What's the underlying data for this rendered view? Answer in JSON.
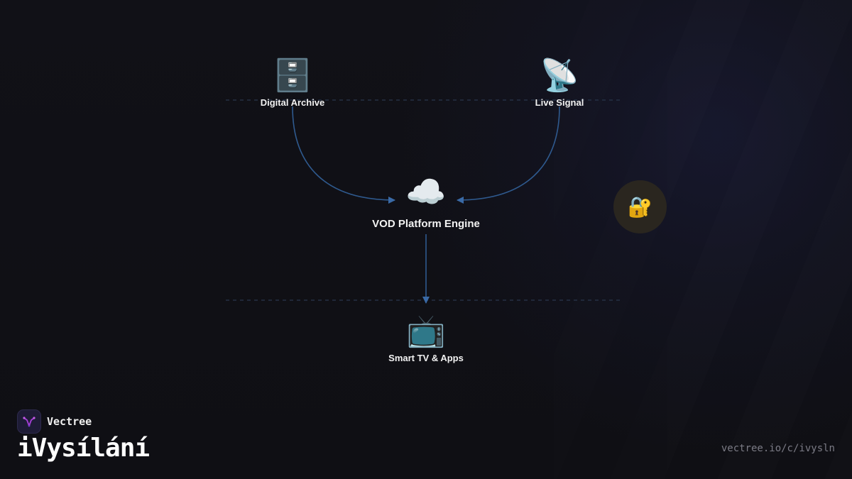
{
  "diagram": {
    "nodes": {
      "archive": {
        "icon": "file-cabinet-icon",
        "glyph": "🗄️",
        "label": "Digital Archive"
      },
      "live": {
        "icon": "satellite-antenna-icon",
        "glyph": "📡",
        "label": "Live Signal"
      },
      "engine": {
        "icon": "cloud-icon",
        "glyph": "☁️",
        "label": "VOD Platform Engine"
      },
      "tv": {
        "icon": "television-icon",
        "glyph": "📺",
        "label": "Smart TV & Apps"
      }
    },
    "badge": {
      "icon": "locked-with-key-icon",
      "glyph": "🔐"
    },
    "edges": [
      {
        "from": "archive",
        "to": "engine"
      },
      {
        "from": "live",
        "to": "engine"
      },
      {
        "from": "engine",
        "to": "tv"
      }
    ],
    "colors": {
      "edge": "#2f5a8f",
      "divider": "#253044",
      "badge_bg": "#2a261f",
      "background": "#111116"
    }
  },
  "branding": {
    "name": "Vectree",
    "logo_icon": "vectree-logo-icon",
    "logo_color": "#a63fd6"
  },
  "title": "iVysílání",
  "url": "vectree.io/c/ivysln"
}
